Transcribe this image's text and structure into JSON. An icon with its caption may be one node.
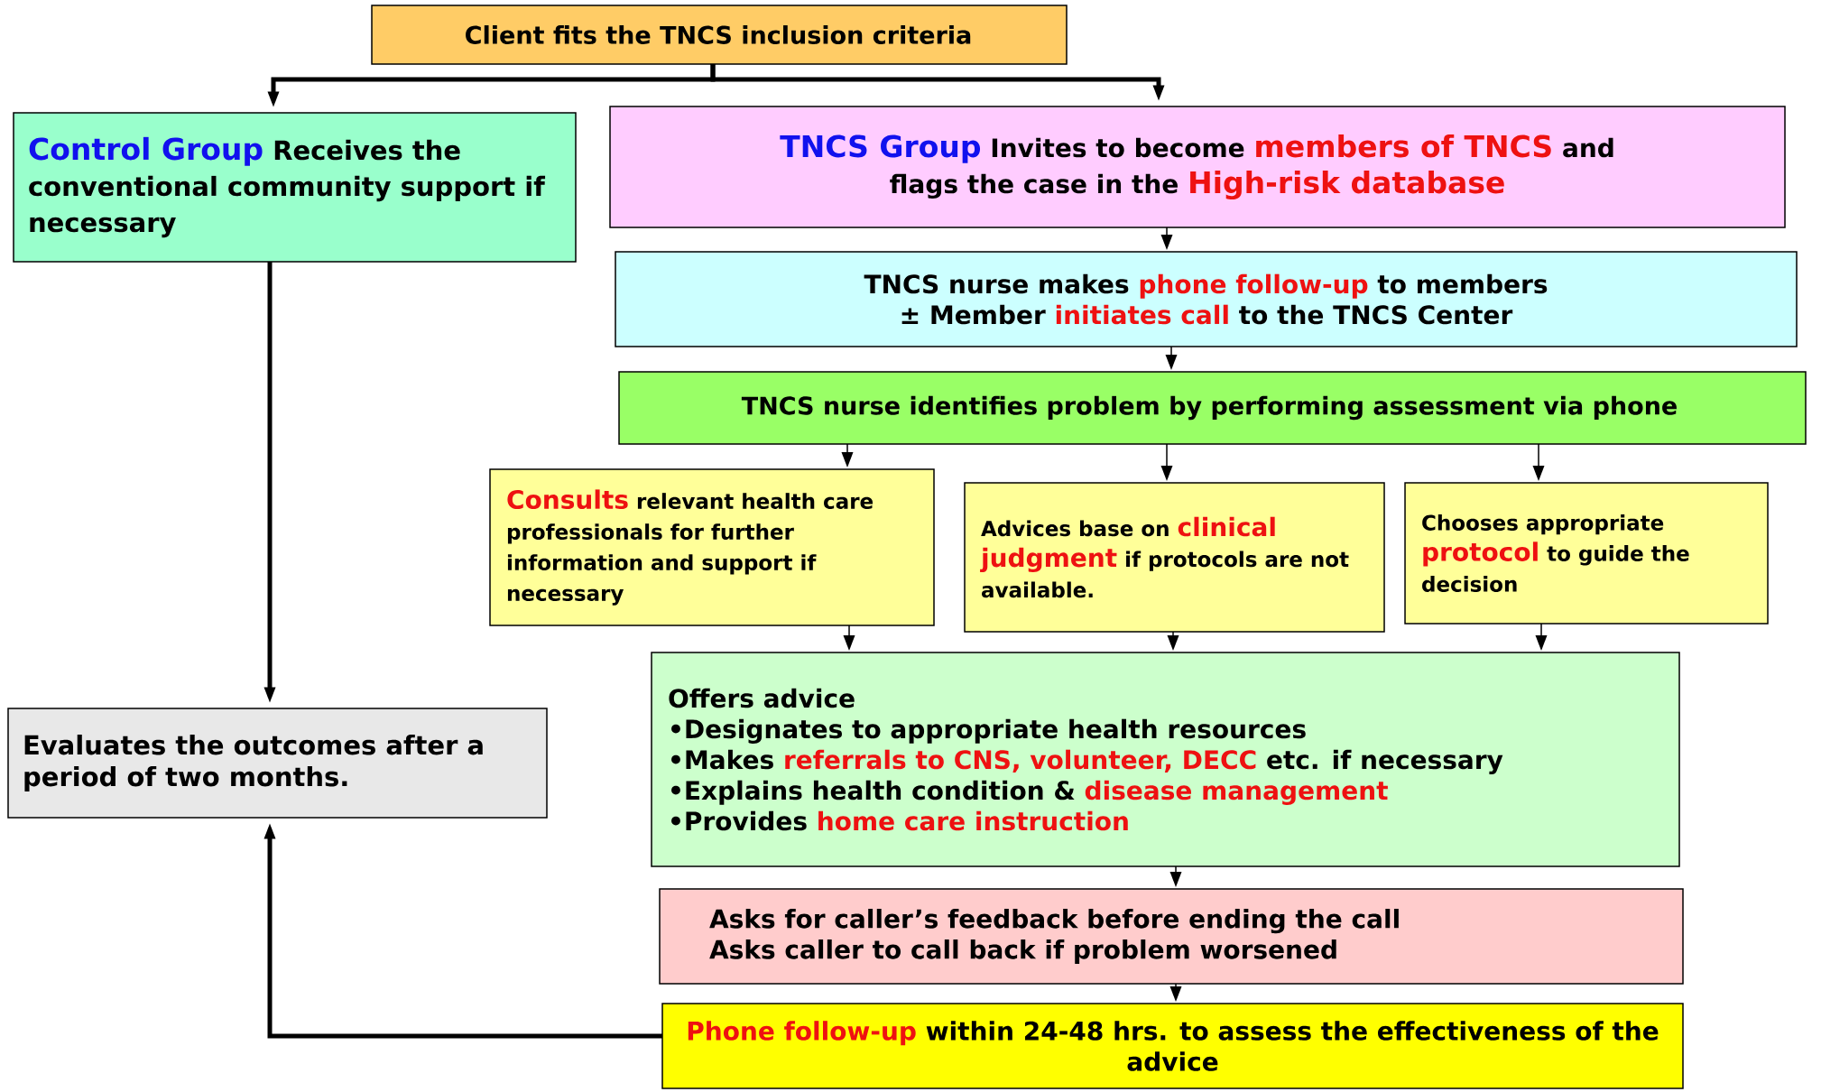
{
  "diagram": {
    "nodes": [
      {
        "text": [
          "Client fits the TNCS inclusion criteria"
        ]
      },
      {
        "text": [
          "Control Group",
          "Receives the conventional community support if necessary"
        ]
      },
      {
        "text": [
          "TNCS Group",
          "Invites to become",
          "members of TNCS",
          "and",
          "flags the case in the",
          "High-risk database"
        ]
      },
      {
        "text": [
          "TNCS nurse makes",
          "phone follow-up",
          "to members",
          "±",
          "Member",
          "initiates call",
          "to the TNCS Center"
        ]
      },
      {
        "text": [
          "TNCS nurse identifies problem by performing assessment via phone"
        ]
      },
      {
        "text": [
          "Consults",
          "relevant health care professionals for further information and support if necessary"
        ]
      },
      {
        "text": [
          "Advices base on",
          "clinical judgment",
          "if protocols are not available."
        ]
      },
      {
        "text": [
          "Chooses appropriate",
          "protocol",
          "to guide the decision"
        ]
      },
      {
        "text": [
          "Offers advice",
          "•Designates to appropriate health resources",
          "•Makes",
          "referrals to CNS, volunteer, DECC",
          "etc. if necessary",
          "•Explains health condition &",
          "disease management",
          "•Provides",
          "home care instruction"
        ]
      },
      {
        "text": [
          "Asks for caller’s feedback before ending the call",
          "Asks caller to call back if problem worsened"
        ]
      },
      {
        "text": [
          "Phone follow-up",
          "within 24-48 hrs. to assess the effectiveness of the advice"
        ]
      },
      {
        "text": [
          "Evaluates the outcomes after a period of two months."
        ]
      }
    ],
    "edges": [
      {
        "from": 0,
        "to": 1,
        "arrow": "to",
        "style": "thick"
      },
      {
        "from": 0,
        "to": 2,
        "arrow": "to",
        "style": "thick"
      },
      {
        "from": 2,
        "to": 3,
        "arrow": "to"
      },
      {
        "from": 3,
        "to": 4,
        "arrow": "to"
      },
      {
        "from": 4,
        "to": 5,
        "arrow": "to"
      },
      {
        "from": 4,
        "to": 6,
        "arrow": "to"
      },
      {
        "from": 4,
        "to": 7,
        "arrow": "to"
      },
      {
        "from": 5,
        "to": 8,
        "arrow": "to"
      },
      {
        "from": 6,
        "to": 8,
        "arrow": "to"
      },
      {
        "from": 7,
        "to": 8,
        "arrow": "to"
      },
      {
        "from": 8,
        "to": 9,
        "arrow": "to"
      },
      {
        "from": 9,
        "to": 10,
        "arrow": "to"
      },
      {
        "from": 1,
        "to": 11,
        "arrow": "to",
        "style": "thick"
      },
      {
        "from": 10,
        "to": 11,
        "arrow": "to",
        "style": "thick"
      }
    ]
  }
}
